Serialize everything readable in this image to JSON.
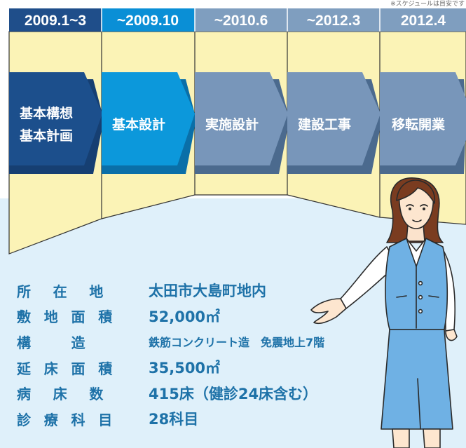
{
  "top_note": "※スケジュールは目安です",
  "timeline": {
    "periods": [
      "2009.1~3",
      "~2009.10",
      "~2010.6",
      "~2012.3",
      "2012.4"
    ],
    "stages": [
      {
        "lines": [
          "基本構想",
          "基本計画"
        ]
      },
      {
        "lines": [
          "基本設計"
        ]
      },
      {
        "lines": [
          "実施設計"
        ]
      },
      {
        "lines": [
          "建設工事"
        ]
      },
      {
        "lines": [
          "移転開業"
        ]
      }
    ],
    "colors": {
      "header_dark": "#1f4e8a",
      "header_active": "#0a8fd6",
      "header_muted": "#7f9ebf",
      "stage_dark": "#1c4f8c",
      "stage_active": "#0c98db",
      "stage_muted": "#7896ba",
      "column_fill": "#fbf3b6",
      "lower_fill": "#dff0fa"
    }
  },
  "info": [
    {
      "label": "所在地",
      "value": "太田市大島町地内"
    },
    {
      "label": "敷地面積",
      "value": "52,000㎡"
    },
    {
      "label": "構造",
      "value": "鉄筋コンクリート造　免震地上7階"
    },
    {
      "label": "延床面積",
      "value": "35,500㎡"
    },
    {
      "label": "病床数",
      "value": "415床（健診24床含む）"
    },
    {
      "label": "診療科目",
      "value": "28科目"
    }
  ]
}
